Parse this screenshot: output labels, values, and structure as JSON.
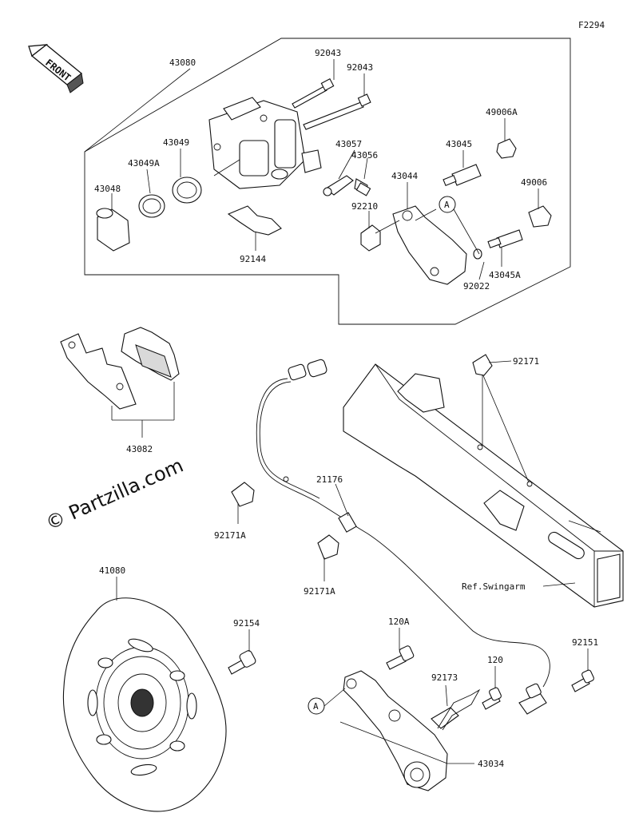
{
  "figure_id": "F2294",
  "front_label": "FRONT",
  "watermark": "© Partzilla.com",
  "ref_label": "Ref.Swingarm",
  "callouts": {
    "c43080": "43080",
    "c92043a": "92043",
    "c92043b": "92043",
    "c49006A": "49006A",
    "c43045": "43045",
    "c43049": "43049",
    "c43057": "43057",
    "c43056": "43056",
    "c43049A": "43049A",
    "c43044": "43044",
    "c49006": "49006",
    "c43048": "43048",
    "c92210": "92210",
    "c92144": "92144",
    "c92022": "92022",
    "c43045A": "43045A",
    "c92171": "92171",
    "c43082": "43082",
    "c21176": "21176",
    "c92171Aa": "92171A",
    "c92171Ab": "92171A",
    "c41080": "41080",
    "c92154": "92154",
    "c120A": "120A",
    "c92151": "92151",
    "c92173": "92173",
    "c120": "120",
    "c43034": "43034"
  },
  "ref_markers": {
    "a_upper": "A",
    "a_lower": "A"
  }
}
